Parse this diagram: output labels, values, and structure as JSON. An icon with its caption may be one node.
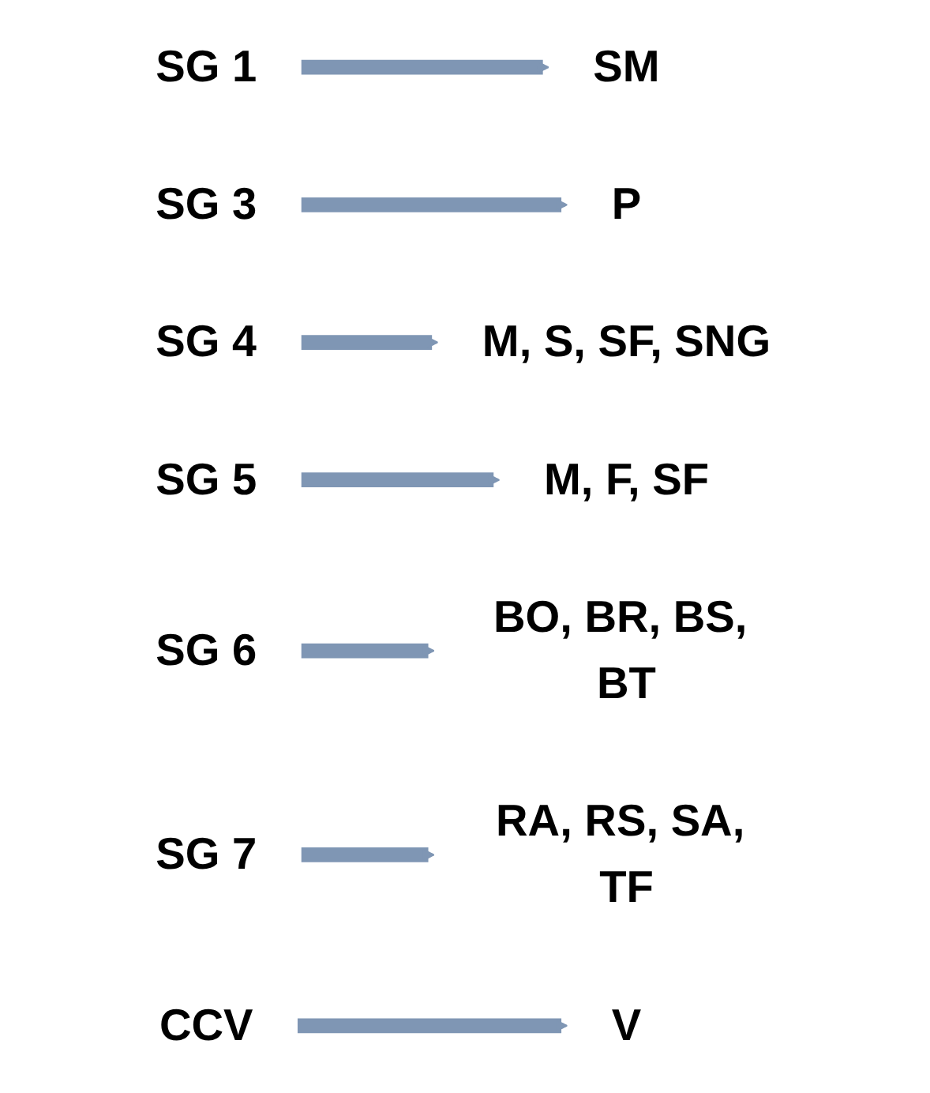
{
  "diagram": {
    "nodes": [
      {
        "text": [
          "SG 1"
        ]
      },
      {
        "text": [
          "SM"
        ]
      },
      {
        "text": [
          "SG 3"
        ]
      },
      {
        "text": [
          "P"
        ]
      },
      {
        "text": [
          "SG 4"
        ]
      },
      {
        "text": [
          "M, S, SF, SNG"
        ]
      },
      {
        "text": [
          "SG 5"
        ]
      },
      {
        "text": [
          "M, F, SF"
        ]
      },
      {
        "text": [
          "SG 6"
        ]
      },
      {
        "text": [
          "BO, BR, BS, BT"
        ]
      },
      {
        "text": [
          "SG 7"
        ]
      },
      {
        "text": [
          "RA, RS, SA, TF"
        ]
      },
      {
        "text": [
          "CCV"
        ]
      },
      {
        "text": [
          "V"
        ]
      }
    ],
    "edges": [
      {
        "from": 0,
        "to": 1,
        "arrow": "to"
      },
      {
        "from": 2,
        "to": 3,
        "arrow": "to"
      },
      {
        "from": 4,
        "to": 5,
        "arrow": "to"
      },
      {
        "from": 6,
        "to": 7,
        "arrow": "to"
      },
      {
        "from": 8,
        "to": 9,
        "arrow": "to"
      },
      {
        "from": 10,
        "to": 11,
        "arrow": "to"
      },
      {
        "from": 12,
        "to": 13,
        "arrow": "to"
      }
    ]
  }
}
